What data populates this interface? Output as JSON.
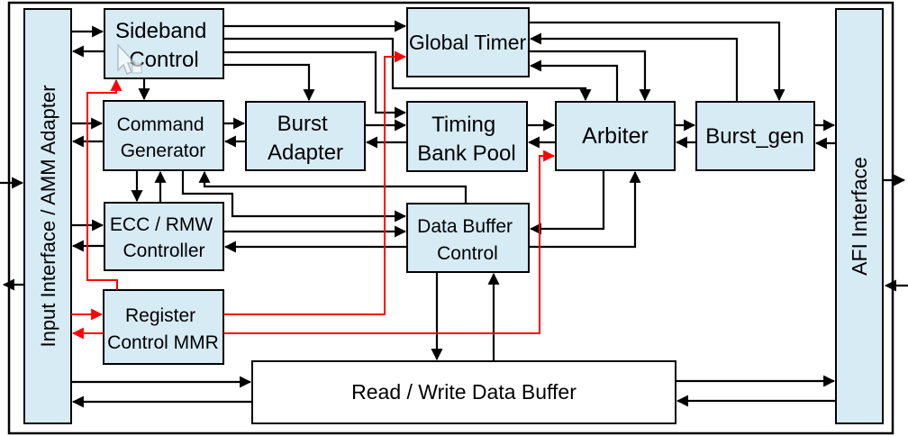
{
  "colors": {
    "block_fill": "#d7ebf5",
    "buffer_fill": "#ffffff",
    "line_color": "#000000",
    "accent_red": "#ff0000"
  },
  "icons": {
    "cursor": "mouse-pointer-icon"
  },
  "blocks": {
    "input_interface": {
      "label": "Input Interface / AMM Adapter"
    },
    "afi_interface": {
      "label": "AFI  Interface"
    },
    "sideband": {
      "line1": "Sideband",
      "line2": "Control"
    },
    "global_timer": {
      "label": "Global Timer"
    },
    "command_generator": {
      "line1": "Command",
      "line2": "Generator"
    },
    "burst_adapter": {
      "line1": "Burst",
      "line2": "Adapter"
    },
    "timing_bank_pool": {
      "line1": "Timing",
      "line2": "Bank Pool"
    },
    "arbiter": {
      "label": "Arbiter"
    },
    "burst_gen": {
      "label": "Burst_gen"
    },
    "ecc_rmw": {
      "line1": "ECC / RMW",
      "line2": "Controller"
    },
    "register_control": {
      "line1": "Register",
      "line2": "Control MMR"
    },
    "data_buffer_control": {
      "line1": "Data Buffer",
      "line2": "Control"
    },
    "rw_data_buffer": {
      "label": "Read / Write Data Buffer"
    }
  }
}
